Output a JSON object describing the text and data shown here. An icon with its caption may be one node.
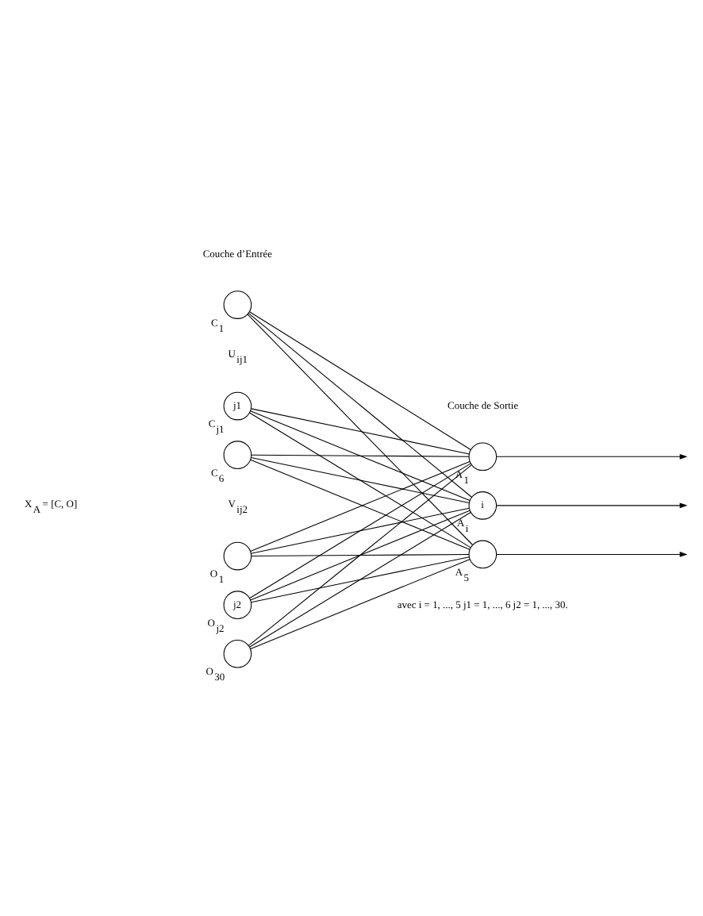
{
  "diagram": {
    "nodes": [
      {
        "text": [],
        "shape": "circle",
        "beside": [
          "C$_{1}$"
        ]
      },
      {
        "text": [
          "j1"
        ],
        "beside": [
          "C$_{j1}$"
        ]
      },
      {
        "text": [],
        "shape": "circle",
        "beside": [
          "C$_{6}$"
        ]
      },
      {
        "text": [],
        "shape": "circle",
        "beside": [
          "O$_{1}$"
        ]
      },
      {
        "text": [
          "j2"
        ],
        "beside": [
          "O$_{j2}$"
        ]
      },
      {
        "text": [],
        "shape": "circle",
        "beside": [
          "O$_{30}$"
        ]
      },
      {
        "text": [],
        "shape": "circle",
        "beside": [
          "A$_{1}$"
        ]
      },
      {
        "text": [
          "i"
        ],
        "beside": [
          "A$_{i}$"
        ]
      },
      {
        "text": [],
        "shape": "circle",
        "beside": [
          "A$_{5}$"
        ]
      }
    ],
    "edges": [
      {
        "from": 0,
        "to": 6,
        "arrow": "none"
      },
      {
        "from": 0,
        "to": 7,
        "arrow": "none"
      },
      {
        "from": 0,
        "to": 8,
        "arrow": "none"
      },
      {
        "from": 1,
        "to": 6,
        "arrow": "none"
      },
      {
        "from": 1,
        "to": 7,
        "arrow": "none"
      },
      {
        "from": 1,
        "to": 8,
        "arrow": "none"
      },
      {
        "from": 2,
        "to": 6,
        "arrow": "none"
      },
      {
        "from": 2,
        "to": 7,
        "arrow": "none"
      },
      {
        "from": 2,
        "to": 8,
        "arrow": "none"
      },
      {
        "from": 3,
        "to": 6,
        "arrow": "none"
      },
      {
        "from": 3,
        "to": 7,
        "arrow": "none"
      },
      {
        "from": 3,
        "to": 8,
        "arrow": "none"
      },
      {
        "from": 4,
        "to": 6,
        "arrow": "none"
      },
      {
        "from": 4,
        "to": 7,
        "arrow": "none"
      },
      {
        "from": 4,
        "to": 8,
        "arrow": "none"
      },
      {
        "from": 5,
        "to": 6,
        "arrow": "none"
      },
      {
        "from": 5,
        "to": 7,
        "arrow": "none"
      },
      {
        "from": 5,
        "to": 8,
        "arrow": "none"
      },
      {
        "from": 6,
        "to": null,
        "arrow": "to"
      },
      {
        "from": 7,
        "to": null,
        "arrow": "to"
      },
      {
        "from": 8,
        "to": null,
        "arrow": "to"
      }
    ],
    "labels": [
      "Couche d’Entrée",
      "U$_{ij1}$",
      "V$_{ij2}$",
      "X$_{A}$ = [C, O]",
      "Couche de Sortie",
      "avec i = 1, ..., 5 j1 = 1, ..., 6 j2 = 1, ..., 30."
    ]
  }
}
